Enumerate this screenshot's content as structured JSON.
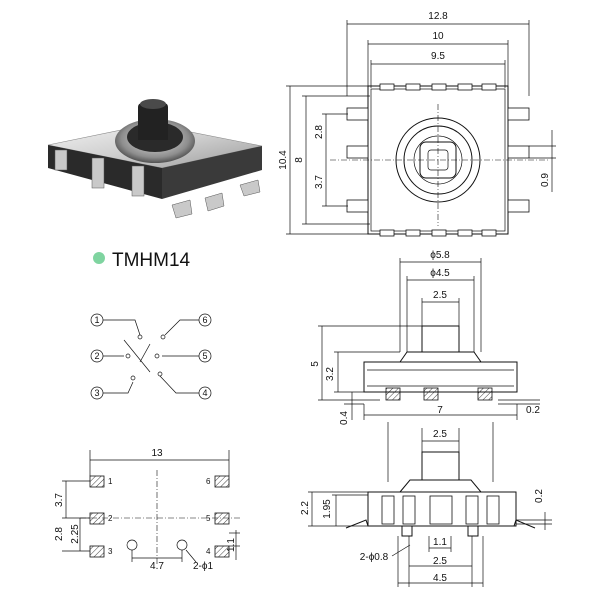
{
  "product": {
    "name": "TMHM14",
    "dot_color": "#7fd4a0"
  },
  "top_view": {
    "w_overall": "12.8",
    "w_body": "10",
    "w_pad": "9.5",
    "h_overall": "10.4",
    "h_body": "8",
    "pitch_a": "2.8",
    "pitch_b": "3.7",
    "pin_w": "0.9"
  },
  "side_view": {
    "d_outer": "ϕ5.8",
    "d_inner": "ϕ4.5",
    "stem": "2.5",
    "height": "5",
    "body_h": "3.2",
    "standoff": "0.4",
    "body_w": "7",
    "lead_t": "0.2"
  },
  "front_view": {
    "stem": "2.5",
    "h1": "2.2",
    "h2": "1.95",
    "lead_t": "0.2",
    "holes": "2-ϕ0.8",
    "d1": "1.1",
    "d2": "2.5",
    "d3": "4.5"
  },
  "schematic": {
    "pins": [
      "1",
      "2",
      "3",
      "4",
      "5",
      "6"
    ]
  },
  "footprint": {
    "width": "13",
    "h_a": "3.7",
    "h_b": "2.8",
    "h_c": "2.25",
    "h_d": "1.1",
    "hole_pitch": "4.7",
    "holes": "2-ϕ1",
    "pins": [
      "1",
      "2",
      "3",
      "4",
      "5",
      "6"
    ]
  }
}
